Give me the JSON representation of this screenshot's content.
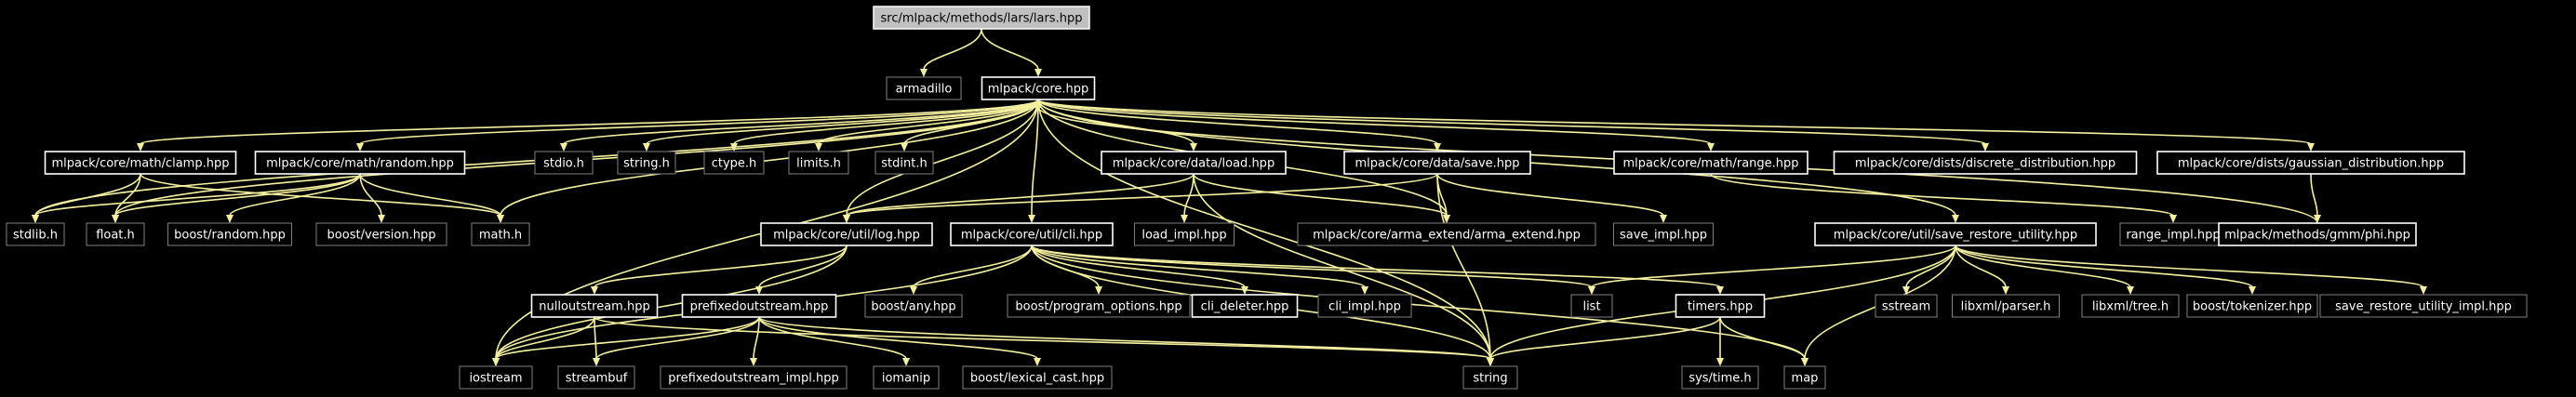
{
  "diagram": {
    "colors": {
      "background": "#000000",
      "edge": "#f4f0a0",
      "root_fill": "#c0c0c0",
      "root_text": "#000000",
      "node_text": "#ffffff",
      "linked_border": "#ffffff",
      "unlinked_border": "#808080"
    },
    "nodes": [
      {
        "id": "lars_hpp",
        "label": "src/mlpack/methods/lars/lars.hpp",
        "kind": "root"
      },
      {
        "id": "armadillo",
        "label": "armadillo",
        "kind": "unlinked"
      },
      {
        "id": "core_hpp",
        "label": "mlpack/core.hpp",
        "kind": "linked"
      },
      {
        "id": "clamp_hpp",
        "label": "mlpack/core/math/clamp.hpp",
        "kind": "linked"
      },
      {
        "id": "random_hpp",
        "label": "mlpack/core/math/random.hpp",
        "kind": "linked"
      },
      {
        "id": "stdio_h",
        "label": "stdio.h",
        "kind": "unlinked"
      },
      {
        "id": "string_h",
        "label": "string.h",
        "kind": "unlinked"
      },
      {
        "id": "ctype_h",
        "label": "ctype.h",
        "kind": "unlinked"
      },
      {
        "id": "limits_h",
        "label": "limits.h",
        "kind": "unlinked"
      },
      {
        "id": "stdint_h",
        "label": "stdint.h",
        "kind": "unlinked"
      },
      {
        "id": "load_hpp",
        "label": "mlpack/core/data/load.hpp",
        "kind": "linked"
      },
      {
        "id": "save_hpp",
        "label": "mlpack/core/data/save.hpp",
        "kind": "linked"
      },
      {
        "id": "range_hpp",
        "label": "mlpack/core/math/range.hpp",
        "kind": "linked"
      },
      {
        "id": "discrete_hpp",
        "label": "mlpack/core/dists/discrete_distribution.hpp",
        "kind": "linked"
      },
      {
        "id": "gaussian_hpp",
        "label": "mlpack/core/dists/gaussian_distribution.hpp",
        "kind": "linked"
      },
      {
        "id": "stdlib_h",
        "label": "stdlib.h",
        "kind": "unlinked"
      },
      {
        "id": "float_h",
        "label": "float.h",
        "kind": "unlinked"
      },
      {
        "id": "boost_random",
        "label": "boost/random.hpp",
        "kind": "unlinked"
      },
      {
        "id": "boost_version",
        "label": "boost/version.hpp",
        "kind": "unlinked"
      },
      {
        "id": "math_h",
        "label": "math.h",
        "kind": "unlinked"
      },
      {
        "id": "log_hpp",
        "label": "mlpack/core/util/log.hpp",
        "kind": "linked"
      },
      {
        "id": "cli_hpp",
        "label": "mlpack/core/util/cli.hpp",
        "kind": "linked"
      },
      {
        "id": "load_impl",
        "label": "load_impl.hpp",
        "kind": "unlinked"
      },
      {
        "id": "arma_extend",
        "label": "mlpack/core/arma_extend/arma_extend.hpp",
        "kind": "unlinked"
      },
      {
        "id": "save_impl",
        "label": "save_impl.hpp",
        "kind": "unlinked"
      },
      {
        "id": "save_restore",
        "label": "mlpack/core/util/save_restore_utility.hpp",
        "kind": "linked"
      },
      {
        "id": "range_impl",
        "label": "range_impl.hpp",
        "kind": "unlinked"
      },
      {
        "id": "phi_hpp",
        "label": "mlpack/methods/gmm/phi.hpp",
        "kind": "linked"
      },
      {
        "id": "nulloutstream",
        "label": "nulloutstream.hpp",
        "kind": "linked"
      },
      {
        "id": "prefixed",
        "label": "prefixedoutstream.hpp",
        "kind": "linked"
      },
      {
        "id": "boost_any",
        "label": "boost/any.hpp",
        "kind": "unlinked"
      },
      {
        "id": "boost_po",
        "label": "boost/program_options.hpp",
        "kind": "unlinked"
      },
      {
        "id": "cli_deleter",
        "label": "cli_deleter.hpp",
        "kind": "linked"
      },
      {
        "id": "cli_impl",
        "label": "cli_impl.hpp",
        "kind": "unlinked"
      },
      {
        "id": "list",
        "label": "list",
        "kind": "unlinked"
      },
      {
        "id": "timers",
        "label": "timers.hpp",
        "kind": "linked"
      },
      {
        "id": "sstream",
        "label": "sstream",
        "kind": "unlinked"
      },
      {
        "id": "libxml_parser",
        "label": "libxml/parser.h",
        "kind": "unlinked"
      },
      {
        "id": "libxml_tree",
        "label": "libxml/tree.h",
        "kind": "unlinked"
      },
      {
        "id": "boost_tokenizer",
        "label": "boost/tokenizer.hpp",
        "kind": "unlinked"
      },
      {
        "id": "save_restore_impl",
        "label": "save_restore_utility_impl.hpp",
        "kind": "unlinked"
      },
      {
        "id": "iostream",
        "label": "iostream",
        "kind": "unlinked"
      },
      {
        "id": "streambuf",
        "label": "streambuf",
        "kind": "unlinked"
      },
      {
        "id": "prefixed_impl",
        "label": "prefixedoutstream_impl.hpp",
        "kind": "unlinked"
      },
      {
        "id": "iomanip",
        "label": "iomanip",
        "kind": "unlinked"
      },
      {
        "id": "lexical_cast",
        "label": "boost/lexical_cast.hpp",
        "kind": "unlinked"
      },
      {
        "id": "string",
        "label": "string",
        "kind": "unlinked"
      },
      {
        "id": "sys_time",
        "label": "sys/time.h",
        "kind": "unlinked"
      },
      {
        "id": "map",
        "label": "map",
        "kind": "unlinked"
      }
    ],
    "edges": [
      [
        "lars_hpp",
        "armadillo"
      ],
      [
        "lars_hpp",
        "core_hpp"
      ],
      [
        "core_hpp",
        "clamp_hpp"
      ],
      [
        "core_hpp",
        "random_hpp"
      ],
      [
        "core_hpp",
        "stdio_h"
      ],
      [
        "core_hpp",
        "string_h"
      ],
      [
        "core_hpp",
        "ctype_h"
      ],
      [
        "core_hpp",
        "limits_h"
      ],
      [
        "core_hpp",
        "stdint_h"
      ],
      [
        "core_hpp",
        "load_hpp"
      ],
      [
        "core_hpp",
        "save_hpp"
      ],
      [
        "core_hpp",
        "range_hpp"
      ],
      [
        "core_hpp",
        "discrete_hpp"
      ],
      [
        "core_hpp",
        "gaussian_hpp"
      ],
      [
        "core_hpp",
        "stdlib_h"
      ],
      [
        "core_hpp",
        "float_h"
      ],
      [
        "core_hpp",
        "math_h"
      ],
      [
        "core_hpp",
        "log_hpp"
      ],
      [
        "core_hpp",
        "cli_hpp"
      ],
      [
        "core_hpp",
        "arma_extend"
      ],
      [
        "core_hpp",
        "save_restore"
      ],
      [
        "core_hpp",
        "iostream"
      ],
      [
        "core_hpp",
        "string"
      ],
      [
        "clamp_hpp",
        "stdlib_h"
      ],
      [
        "clamp_hpp",
        "float_h"
      ],
      [
        "clamp_hpp",
        "math_h"
      ],
      [
        "random_hpp",
        "stdlib_h"
      ],
      [
        "random_hpp",
        "float_h"
      ],
      [
        "random_hpp",
        "boost_random"
      ],
      [
        "random_hpp",
        "boost_version"
      ],
      [
        "random_hpp",
        "math_h"
      ],
      [
        "load_hpp",
        "log_hpp"
      ],
      [
        "load_hpp",
        "load_impl"
      ],
      [
        "load_hpp",
        "arma_extend"
      ],
      [
        "load_hpp",
        "string"
      ],
      [
        "save_hpp",
        "log_hpp"
      ],
      [
        "save_hpp",
        "arma_extend"
      ],
      [
        "save_hpp",
        "save_impl"
      ],
      [
        "save_hpp",
        "string"
      ],
      [
        "range_hpp",
        "range_impl"
      ],
      [
        "gaussian_hpp",
        "phi_hpp"
      ],
      [
        "phi_hpp",
        "core_hpp"
      ],
      [
        "log_hpp",
        "nulloutstream"
      ],
      [
        "log_hpp",
        "prefixed"
      ],
      [
        "log_hpp",
        "iostream"
      ],
      [
        "cli_hpp",
        "boost_any"
      ],
      [
        "cli_hpp",
        "boost_po"
      ],
      [
        "cli_hpp",
        "cli_deleter"
      ],
      [
        "cli_hpp",
        "cli_impl"
      ],
      [
        "cli_hpp",
        "list"
      ],
      [
        "cli_hpp",
        "timers"
      ],
      [
        "cli_hpp",
        "map"
      ],
      [
        "cli_hpp",
        "string"
      ],
      [
        "cli_hpp",
        "iostream"
      ],
      [
        "save_restore",
        "list"
      ],
      [
        "save_restore",
        "sstream"
      ],
      [
        "save_restore",
        "libxml_parser"
      ],
      [
        "save_restore",
        "libxml_tree"
      ],
      [
        "save_restore",
        "boost_tokenizer"
      ],
      [
        "save_restore",
        "save_restore_impl"
      ],
      [
        "save_restore",
        "map"
      ],
      [
        "save_restore",
        "string"
      ],
      [
        "nulloutstream",
        "iostream"
      ],
      [
        "nulloutstream",
        "streambuf"
      ],
      [
        "nulloutstream",
        "string"
      ],
      [
        "prefixed",
        "iostream"
      ],
      [
        "prefixed",
        "streambuf"
      ],
      [
        "prefixed",
        "prefixed_impl"
      ],
      [
        "prefixed",
        "iomanip"
      ],
      [
        "prefixed",
        "lexical_cast"
      ],
      [
        "prefixed",
        "string"
      ],
      [
        "timers",
        "sys_time"
      ],
      [
        "timers",
        "map"
      ],
      [
        "timers",
        "string"
      ]
    ]
  }
}
